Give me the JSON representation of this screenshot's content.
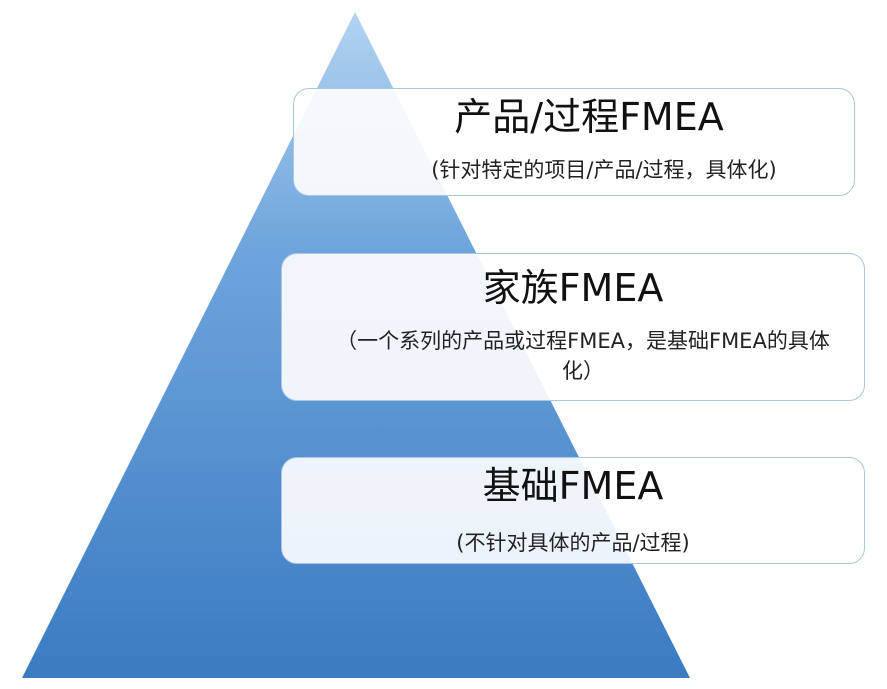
{
  "colors": {
    "triangle_top": "#b3d3f2",
    "triangle_bottom": "#3a7bc2",
    "box_border": "#a9c6e3"
  },
  "levels": [
    {
      "title": "产品/过程FMEA",
      "subtitle": "(针对特定的项目/产品/过程，具体化)"
    },
    {
      "title": "家族FMEA",
      "subtitle": "（一个系列的产品或过程FMEA，是基础FMEA的具体化）"
    },
    {
      "title": "基础FMEA",
      "subtitle": "(不针对具体的产品/过程)"
    }
  ]
}
